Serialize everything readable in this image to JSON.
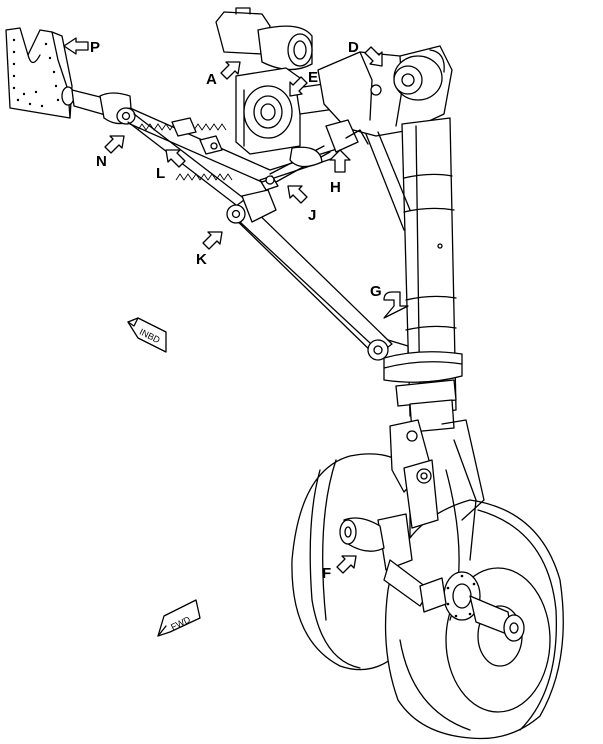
{
  "callouts": {
    "A": "A",
    "D": "D",
    "E": "E",
    "F": "F",
    "G": "G",
    "H": "H",
    "J": "J",
    "K": "K",
    "L": "L",
    "N": "N",
    "P": "P"
  },
  "direction_markers": {
    "inboard": "INBD",
    "forward": "FWD"
  }
}
